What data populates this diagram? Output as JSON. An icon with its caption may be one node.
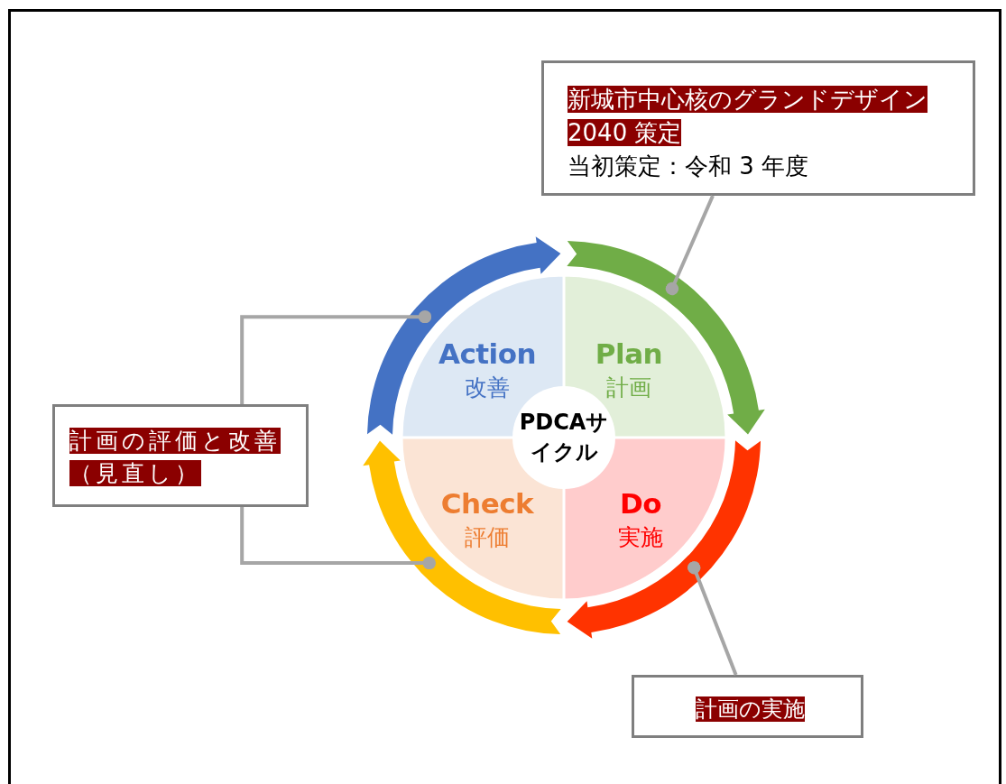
{
  "diagram": {
    "nodes": [
      {
        "text": [
          "新城市中心核のグランドデザイン2040 策定",
          "当初策定：令和 3 年度"
        ]
      },
      {
        "text": [],
        "shape": "arc"
      },
      {
        "text": [],
        "shape": "arc"
      },
      {
        "text": [
          "Action",
          "改善"
        ]
      },
      {
        "text": [
          "Plan",
          "計画"
        ]
      },
      {
        "text": [
          "PDCAサイクル"
        ]
      },
      {
        "text": [
          "計画の評価と改善（見直し）"
        ]
      },
      {
        "text": [
          "Check",
          "評価"
        ]
      },
      {
        "text": [
          "Do",
          "実施"
        ]
      },
      {
        "text": [],
        "shape": "arc"
      },
      {
        "text": [],
        "shape": "arc"
      },
      {
        "text": [
          "計画の実施"
        ]
      }
    ],
    "edges": [
      {
        "from": 0,
        "to": 2,
        "arrow": "other"
      },
      {
        "from": 6,
        "to": 1,
        "arrow": "other"
      },
      {
        "from": 6,
        "to": 9,
        "arrow": "other"
      },
      {
        "from": 11,
        "to": 10,
        "arrow": "other"
      }
    ]
  }
}
